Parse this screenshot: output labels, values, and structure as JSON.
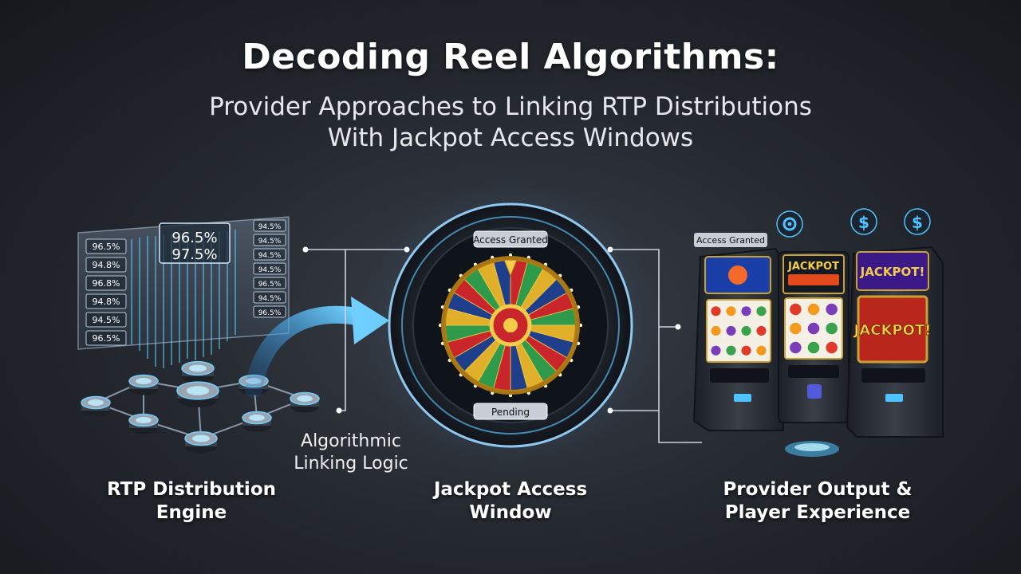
{
  "header": {
    "title": "Decoding Reel Algorithms:",
    "subtitle_line1": "Provider Approaches to Linking RTP Distributions",
    "subtitle_line2": "With Jackpot Access Windows"
  },
  "rtp_panel": {
    "left_values": [
      "96.5%",
      "94.8%",
      "96.8%",
      "94.8%",
      "94.5%",
      "96.5%"
    ],
    "center_values": [
      "96.5%",
      "97.5%"
    ],
    "right_values": [
      "94.5%",
      "94.5%",
      "94.5%",
      "94.5%",
      "96.5%",
      "94.5%",
      "96.5%"
    ]
  },
  "wheel": {
    "top_label": "Access Granted",
    "bottom_label": "Pending"
  },
  "machines": {
    "status_label": "Access Granted",
    "middle_screen": "JACKPOT",
    "right_top_screen": "JACKPOT!",
    "right_main_screen": "JACKPOT!",
    "icons": [
      "$",
      "$"
    ]
  },
  "labels": {
    "engine": [
      "RTP Distribution",
      "Engine"
    ],
    "linking": [
      "Algorithmic",
      "Linking Logic"
    ],
    "window": [
      "Jackpot Access",
      "Window"
    ],
    "output": [
      "Provider Output &",
      "Player Experience"
    ]
  },
  "colors": {
    "accent_blue": "#4fc3ff",
    "gold": "#e0b02a",
    "red": "#c8262a",
    "green": "#2e9a4a"
  }
}
